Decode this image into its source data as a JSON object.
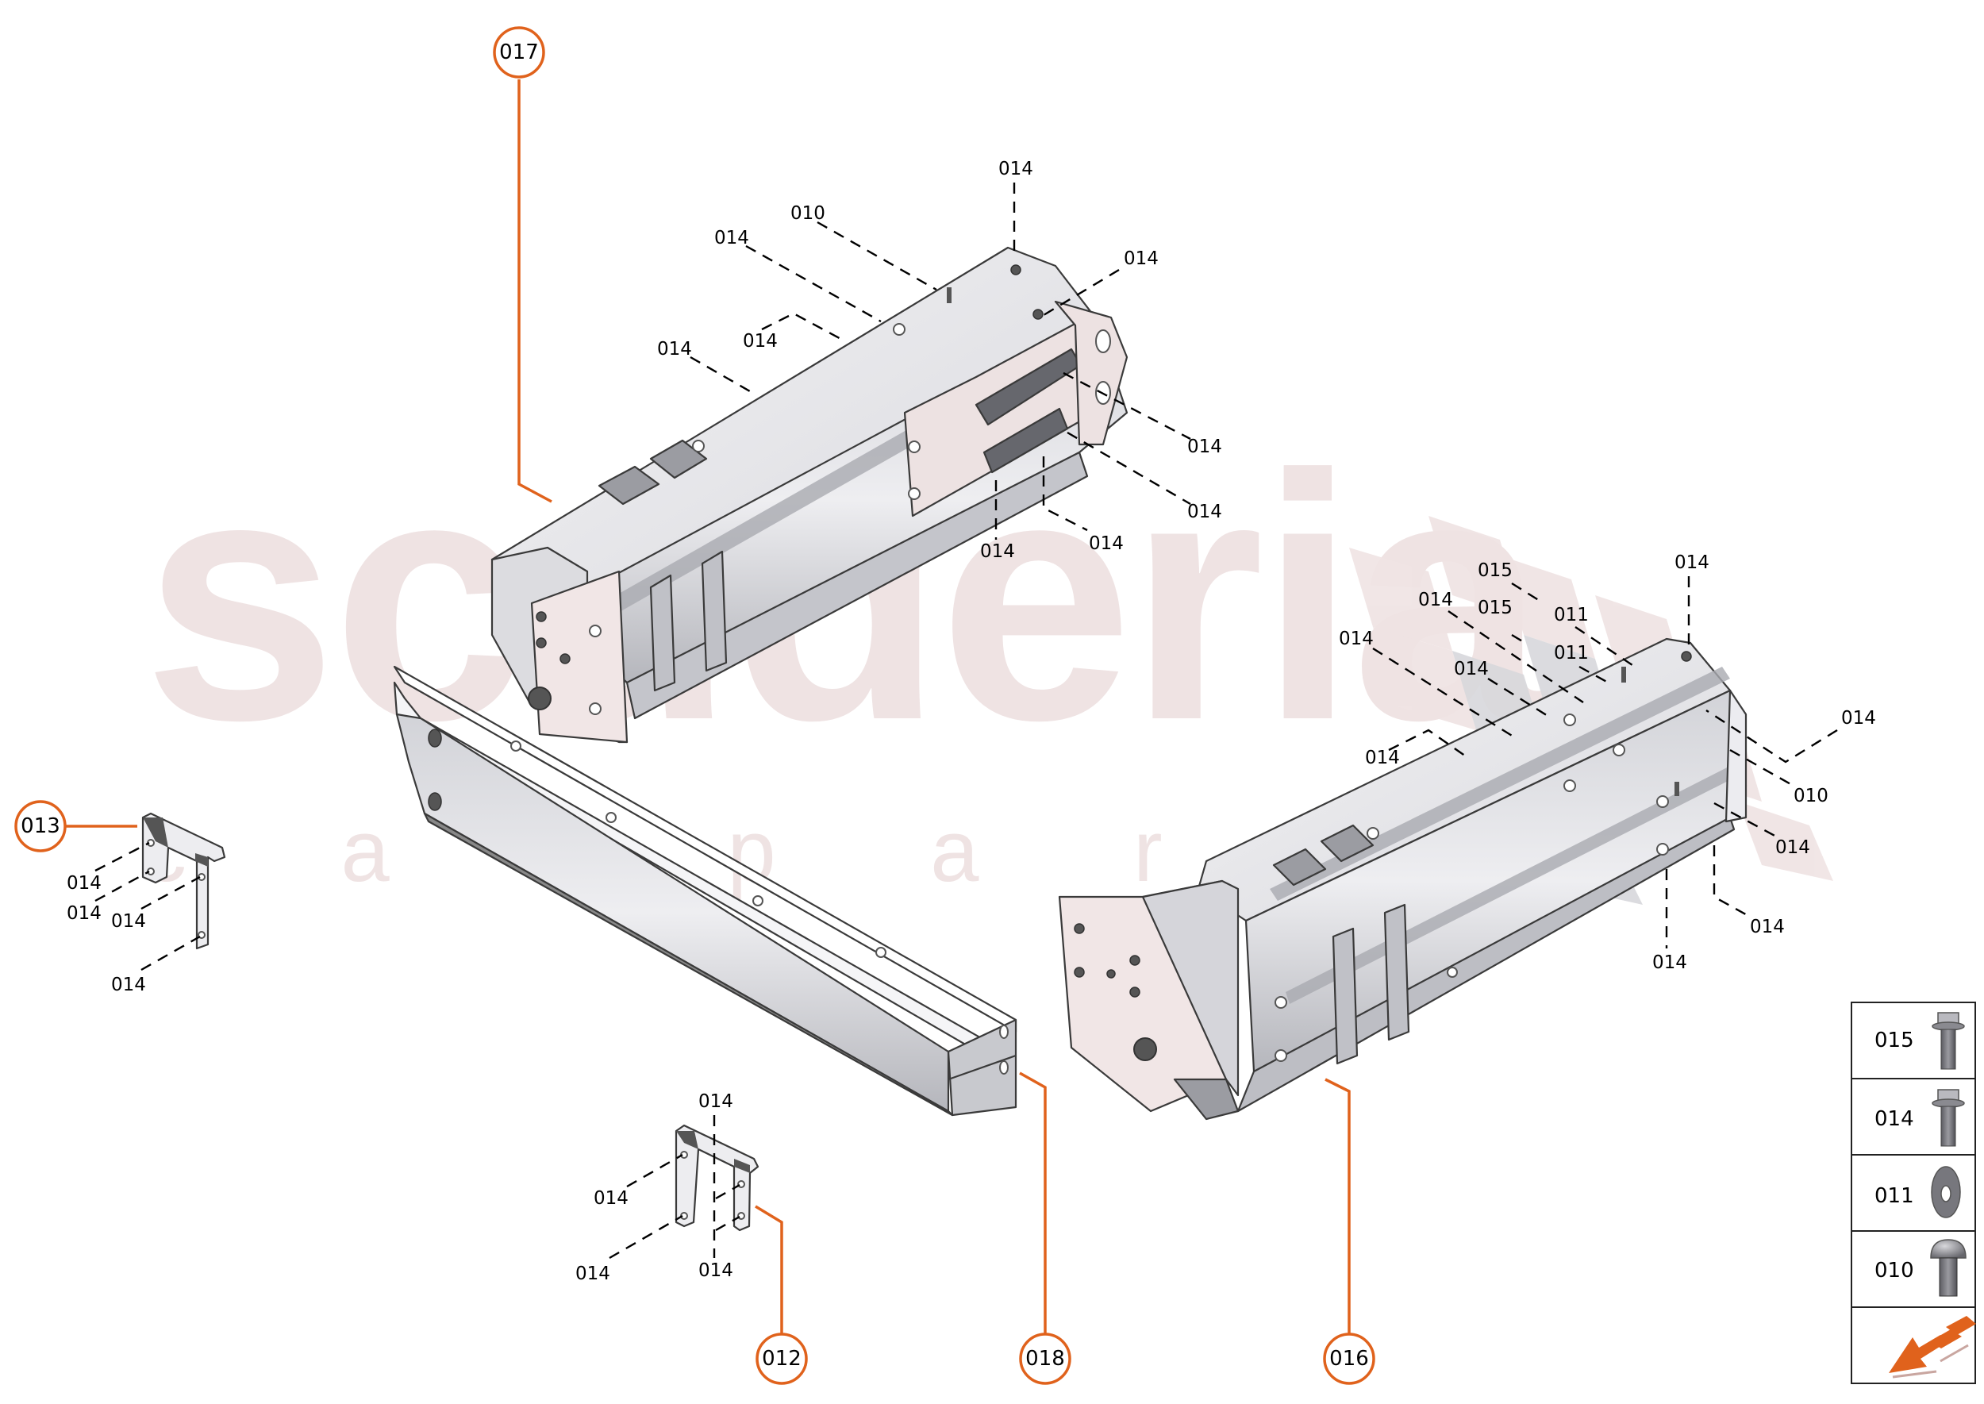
{
  "watermark": {
    "brand": "scuderia",
    "sub": "c a r p a r t s",
    "color": "#efe3e3"
  },
  "colors": {
    "callout_accent": "#e0621c",
    "metal_light": "#e8e8ec",
    "metal_mid": "#b8b9c0",
    "metal_dark": "#6f7077",
    "checker_pink": "#efe3e3",
    "checker_grey": "#d8d8dc"
  },
  "callouts": [
    {
      "id": "017",
      "label": "017"
    },
    {
      "id": "013",
      "label": "013"
    },
    {
      "id": "012",
      "label": "012"
    },
    {
      "id": "018",
      "label": "018"
    },
    {
      "id": "016",
      "label": "016"
    }
  ],
  "part_017_labels": [
    "014",
    "010",
    "014",
    "014",
    "014",
    "014",
    "014",
    "014",
    "014",
    "014"
  ],
  "part_016_labels": [
    "015",
    "014",
    "015",
    "011",
    "011",
    "014",
    "014",
    "014",
    "014",
    "014",
    "010",
    "014",
    "014",
    "014"
  ],
  "part_013_labels": [
    "014",
    "014",
    "014",
    "014"
  ],
  "part_012_labels": [
    "014",
    "014",
    "014",
    "014"
  ],
  "legend": {
    "items": [
      {
        "code": "015",
        "icon": "flange-hex-bolt"
      },
      {
        "code": "014",
        "icon": "flange-hex-bolt"
      },
      {
        "code": "011",
        "icon": "flat-washer"
      },
      {
        "code": "010",
        "icon": "button-head-socket-screw"
      }
    ],
    "nav_icon": "orange-direction-arrow"
  }
}
